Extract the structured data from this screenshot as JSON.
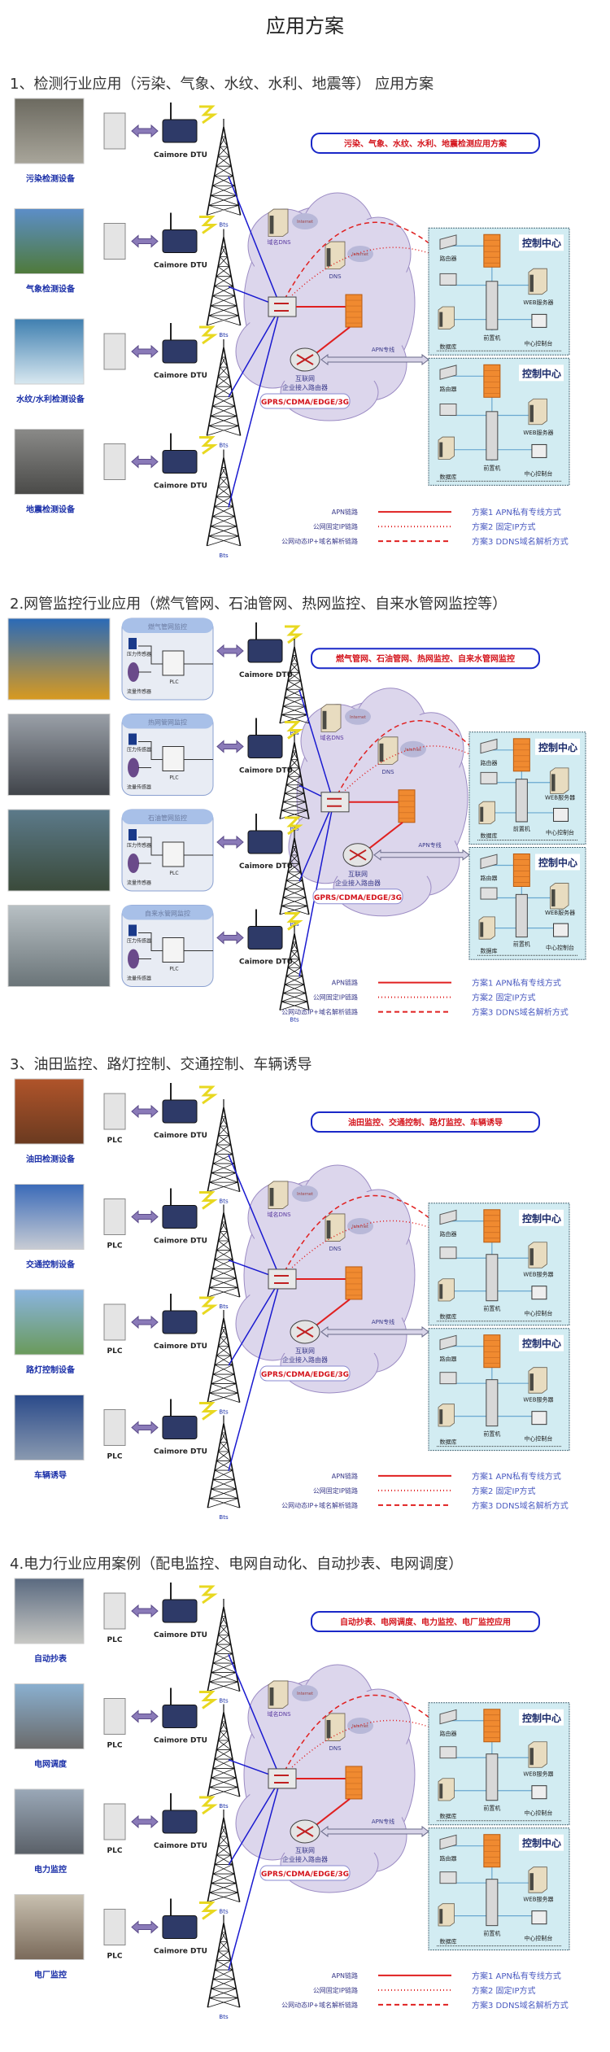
{
  "title": "应用方案",
  "common": {
    "dtu_label": "Caimore DTU",
    "bts_label": "Bts",
    "plc_label": "PLC",
    "cloud": {
      "domain_dns": "域名DNS",
      "dns": "DNS",
      "internet": "Internet",
      "router_line1": "互联网",
      "router_line2": "企业接入路由器",
      "network": "GPRS/CDMA/EDGE/3G",
      "apn": "APN专线"
    },
    "control_center": {
      "title": "控制中心",
      "router": "路由器",
      "web": "WEB服务器",
      "frontend": "前置机",
      "database": "数据库",
      "console": "中心控制台"
    },
    "legend": [
      {
        "link": "APN链路",
        "scheme": "方案1 APN私有专线方式",
        "style": "solid"
      },
      {
        "link": "公网固定IP链路",
        "scheme": "方案2 固定IP方式",
        "style": "dotted"
      },
      {
        "link": "公网动态IP+域名解析链路",
        "scheme": "方案3 DDNS域名解析方式",
        "style": "dashed"
      }
    ],
    "panel_sensors": {
      "pressure": "压力传感器",
      "flow": "流量传感器",
      "plc": "PLC"
    }
  },
  "colors": {
    "label_blue": "#1a2fa8",
    "banner_red": "#d4141c",
    "banner_border": "#1a28c8",
    "link_blue": "#1a1ad0",
    "apn_red": "#e02020",
    "cloud_fill": "#dcd6ec",
    "cloud_stroke": "#9c8cc4",
    "cc_fill": "#d2ecf2"
  },
  "sections": [
    {
      "heading": "1、检测行业应用（污染、气象、水纹、水利、地震等） 应用方案",
      "banner": "污染、气象、水纹、水利、地震检测应用方案",
      "show_plc_label": false,
      "devices": [
        {
          "label": "污染检测设备",
          "photo": [
            "#6c6a60",
            "#a8a59a"
          ]
        },
        {
          "label": "气象检测设备",
          "photo": [
            "#5c8ec8",
            "#4f7a3a"
          ]
        },
        {
          "label": "水纹/水利检测设备",
          "photo": [
            "#3f7fb0",
            "#d8e8f0"
          ]
        },
        {
          "label": "地震检测设备",
          "photo": [
            "#8a8a88",
            "#4a4a48"
          ]
        }
      ]
    },
    {
      "heading": "2.网管监控行业应用（燃气管网、石油管网、热网监控、自来水管网监控等）",
      "banner": "燃气管网、石油管网、热网监控、自来水管网监控",
      "show_plc_label": false,
      "devices": [
        {
          "panel": "燃气管网监控",
          "photo": [
            "#2a6ab8",
            "#d89a20"
          ]
        },
        {
          "panel": "热网管网监控",
          "photo": [
            "#9aa0a8",
            "#40444a"
          ]
        },
        {
          "panel": "石油管网监控",
          "photo": [
            "#5c7a8a",
            "#3a4a3a"
          ]
        },
        {
          "panel": "自来水管网监控",
          "photo": [
            "#b8c0c4",
            "#6a7478"
          ]
        }
      ]
    },
    {
      "heading": "3、油田监控、路灯控制、交通控制、车辆诱导",
      "banner": "油田监控、交通控制、路灯监控、车辆诱导",
      "show_plc_label": true,
      "devices": [
        {
          "label": "油田检测设备",
          "photo": [
            "#b0542a",
            "#6a3a20"
          ]
        },
        {
          "label": "交通控制设备",
          "photo": [
            "#3a6ab8",
            "#c8ccd4"
          ]
        },
        {
          "label": "路灯控制设备",
          "photo": [
            "#8ab4e0",
            "#6a9a5a"
          ]
        },
        {
          "label": "车辆诱导",
          "photo": [
            "#2a4a8a",
            "#8a9ab0"
          ]
        }
      ]
    },
    {
      "heading": "4.电力行业应用案例（配电监控、电网自动化、自动抄表、电网调度）",
      "banner": "自动抄表、电网调度、电力监控、电厂监控应用",
      "show_plc_label": true,
      "devices": [
        {
          "label": "自动抄表",
          "photo": [
            "#5a6a80",
            "#c8c8c4"
          ]
        },
        {
          "label": "电网调度",
          "photo": [
            "#8ab0d0",
            "#6a6a6a"
          ]
        },
        {
          "label": "电力监控",
          "photo": [
            "#9aa8b8",
            "#5a6068"
          ]
        },
        {
          "label": "电厂监控",
          "photo": [
            "#c8c0b0",
            "#7a6a5a"
          ]
        }
      ]
    }
  ]
}
